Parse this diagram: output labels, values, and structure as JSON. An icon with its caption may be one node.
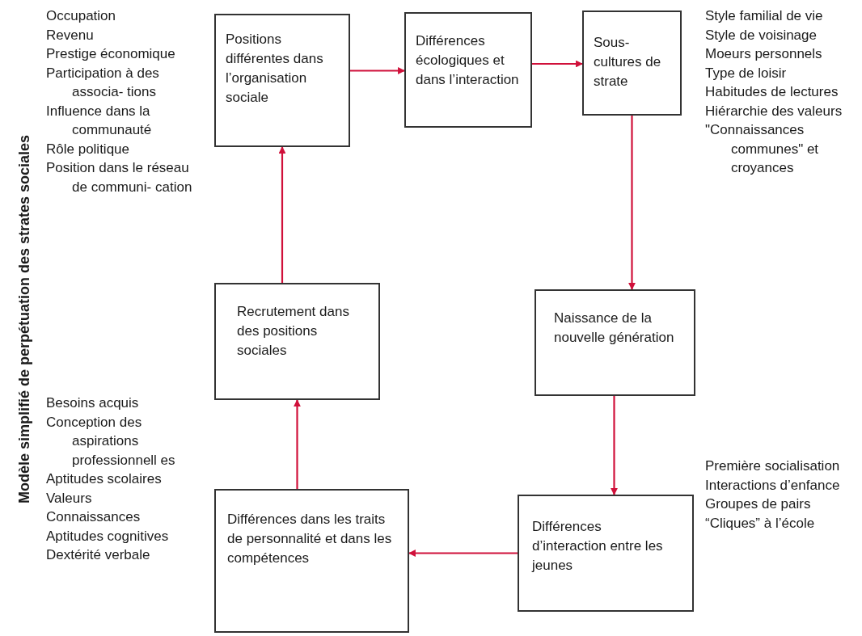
{
  "diagram": {
    "title": "Modèle simplifié de perpétuation des strates sociales",
    "nodes": [
      {
        "text": [
          "Positions différentes dans l’organisation sociale"
        ],
        "beside": [
          "Occupation",
          "Revenu",
          "Prestige économique",
          "Participation à des associa- tions",
          "Influence dans la communauté",
          "Rôle politique",
          "Position dans le réseau de communi- cation"
        ]
      },
      {
        "text": [
          "Différences écologiques et dans l’interaction"
        ]
      },
      {
        "text": [
          "Sous- cultures de strate"
        ],
        "beside": [
          "Style familial de vie",
          "Style de voisinage",
          "Moeurs personnels",
          "Type de loisir",
          "Habitudes de lectures",
          "Hiérarchie des valeurs",
          "\"Connaissances communes\" et croyances"
        ]
      },
      {
        "text": [
          "Naissance de la nouvelle génération"
        ]
      },
      {
        "text": [
          "Différences d’interaction entre les jeunes"
        ],
        "beside": [
          "Première socialisation",
          "Interactions d’enfance",
          "Groupes de pairs",
          "“Cliques” à l’école"
        ]
      },
      {
        "text": [
          "Différences dans les traits de personnalité et dans les compétences"
        ],
        "beside": [
          "Besoins acquis",
          "Conception des aspirations professionnell es",
          "Aptitudes scolaires",
          "Valeurs",
          "Connaissances",
          "Aptitudes cognitives",
          "Dextérité verbale"
        ]
      },
      {
        "text": [
          "Recrutement dans des positions sociales"
        ]
      }
    ],
    "edges": [
      {
        "from": 0,
        "to": 1,
        "arrow": "to"
      },
      {
        "from": 1,
        "to": 2,
        "arrow": "to"
      },
      {
        "from": 2,
        "to": 3,
        "arrow": "to"
      },
      {
        "from": 3,
        "to": 4,
        "arrow": "to"
      },
      {
        "from": 4,
        "to": 5,
        "arrow": "to"
      },
      {
        "from": 5,
        "to": 6,
        "arrow": "to"
      },
      {
        "from": 6,
        "to": 0,
        "arrow": "to"
      }
    ]
  }
}
